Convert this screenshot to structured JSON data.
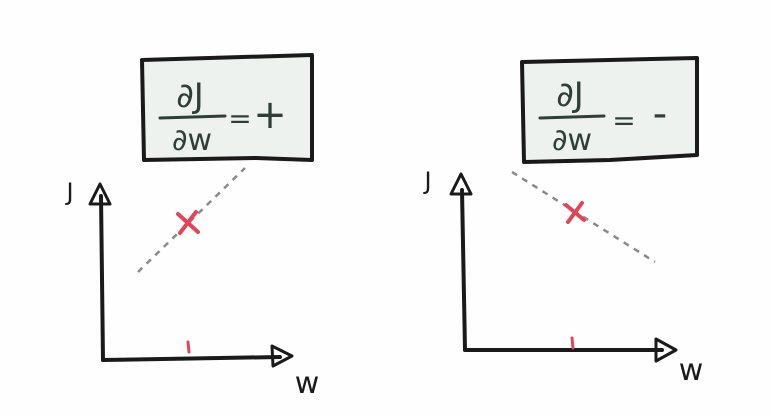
{
  "colors": {
    "ink": "#1a1a1a",
    "box_ink": "#2f3f38",
    "box_fill": "#eef2ef",
    "dash": "#8a8a8a",
    "mark": "#e0455a"
  },
  "panels": [
    {
      "y_axis_label": "J",
      "x_axis_label": "w",
      "derivative_numerator": "∂J",
      "derivative_denominator": "∂w",
      "equals": "=",
      "sign": "+",
      "tangent_slope": "positive"
    },
    {
      "y_axis_label": "J",
      "x_axis_label": "w",
      "derivative_numerator": "∂J",
      "derivative_denominator": "∂w",
      "equals": "=",
      "sign": "-",
      "tangent_slope": "negative"
    }
  ]
}
